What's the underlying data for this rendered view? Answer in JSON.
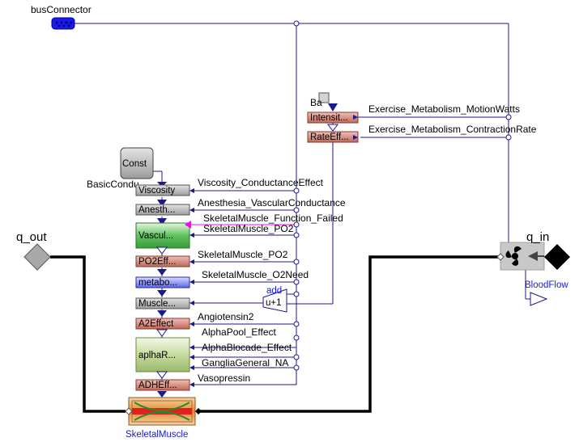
{
  "top": {
    "bus_connector": "busConnector",
    "ba_label": "Ba",
    "intensity_block": "Intensit...",
    "rate_block": "RateEff...",
    "exercise_watts": "Exercise_Metabolism_MotionWatts",
    "exercise_rate": "Exercise_Metabolism_ContractionRate",
    "const_label": "Const",
    "basic_label": "BasicCondu"
  },
  "blocks": {
    "viscosity": "Viscosity",
    "anesth": "Anesth...",
    "vascul": "Vascul...",
    "po2eff": "PO2Eff...",
    "metabo": "metabo...",
    "muscle": "Muscle...",
    "a2effect": "A2Effect",
    "aplhar": "aplhaR...",
    "adheff": "ADHEff..."
  },
  "signals": {
    "viscosity": "Viscosity_ConductanceEffect",
    "anesthesia": "Anesthesia_VascularConductance",
    "function_failed": "SkeletalMuscle_Function_Failed",
    "po2_a": "SkeletalMuscle_PO2",
    "po2_b": "SkeletalMuscle_PO2",
    "o2need": "SkeletalMuscle_O2Need",
    "angiotensin": "Angiotensin2",
    "alphapool": "AlphaPool_Effect",
    "alphablocade": "AlphaBlocade_Effect",
    "ganglia": "GangliaGeneral_NA",
    "vasopressin": "Vasopressin"
  },
  "add": {
    "label": "add",
    "formula": "u+1"
  },
  "ports": {
    "q_out": "q_out",
    "q_in": "q_in",
    "bloodflow": "BloodFlow",
    "skeletal": "SkeletalMuscle"
  }
}
